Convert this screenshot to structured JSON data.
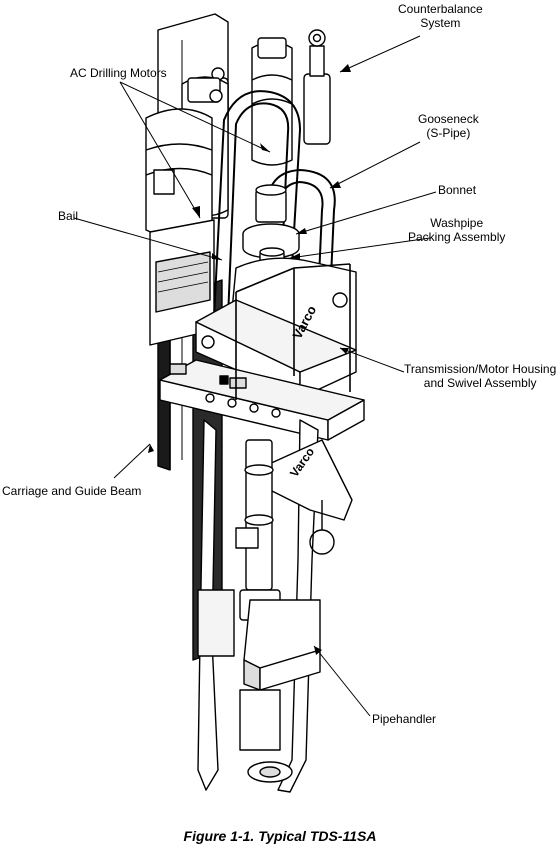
{
  "labels": {
    "counterbalance": [
      "Counterbalance",
      "System"
    ],
    "ac_motors": "AC Drilling Motors",
    "gooseneck": [
      "Gooseneck",
      "(S-Pipe)"
    ],
    "bonnet": "Bonnet",
    "washpipe": [
      "Washpipe",
      "Packing Assembly"
    ],
    "bail": "Bail",
    "transmission": [
      "Transmission/Motor Housing",
      "and Swivel Assembly"
    ],
    "carriage": "Carriage and Guide Beam",
    "pipehandler": "Pipehandler"
  },
  "caption": "Figure 1-1.  Typical TDS-11SA"
}
